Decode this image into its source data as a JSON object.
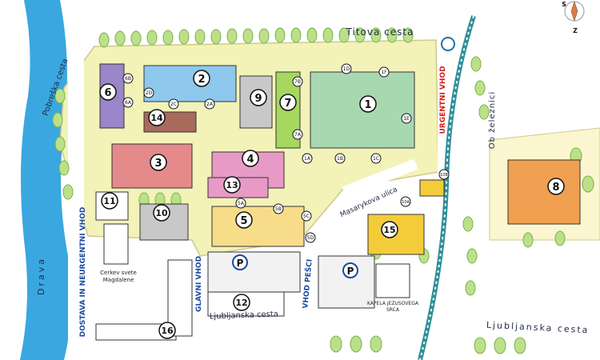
{
  "streets": {
    "titova": "Titova cesta",
    "pobreska": "Pobreška cesta",
    "ob_zeleznici": "Ob železnici",
    "masarykova": "Masarykova ulica",
    "ljubljanska": "Ljubljanska cesta",
    "ljubljanska_right": "Ljubljanska cesta",
    "drava": "Drava"
  },
  "entrances": {
    "dostava": "DOSTAVA IN NEURGENTNI VHOD",
    "glavni": "GLAVNI VHOD",
    "pesci": "VHOD PEŠCI",
    "urgentni": "URGENTNI VHOD"
  },
  "places": {
    "cerkev": [
      "Cerkev svete",
      "Magdalene"
    ],
    "kapela": [
      "KAPELA JEZUSOVEGA",
      "SRCA"
    ],
    "parking": "P"
  },
  "compass": {
    "top": "S",
    "bottom": "Z"
  },
  "buildings": {
    "b1": "1",
    "b2": "2",
    "b3": "3",
    "b4": "4",
    "b5": "5",
    "b6": "6",
    "b7": "7",
    "b8": "8",
    "b9": "9",
    "b10": "10",
    "b11": "11",
    "b12": "12",
    "b13": "13",
    "b14": "14",
    "b15": "15",
    "b16": "16"
  },
  "subunits": {
    "s1a": "1A",
    "s1b": "1B",
    "s1c": "1C",
    "s1d": "1D",
    "s1e": "1E",
    "s1f": "1F",
    "s2a": "2A",
    "s2c": "2C",
    "s2d": "2D",
    "s5a": "5A",
    "s5b": "5B",
    "s5c": "5C",
    "s5d": "5D",
    "s6a": "6A",
    "s6b": "6B",
    "s7a": "7A",
    "s7b": "7B",
    "s10a": "10A",
    "s10b": "10B"
  },
  "colors": {
    "park": "#f3f2b8",
    "river": "#3aa7e0",
    "road": "#ffffff",
    "rail": "#2f8f9a",
    "hospital": "#a8d8b0",
    "blue_bldg": "#8ec8ec",
    "red_bldg": "#e58a8a",
    "pink_bldg": "#e89ac6",
    "orange_bldg": "#f0a050",
    "yellow_bldg": "#f4cc3a",
    "purple_bldg": "#9a86c8",
    "brown_bldg": "#a86a5a",
    "grey_bldg": "#c8c8c8"
  }
}
